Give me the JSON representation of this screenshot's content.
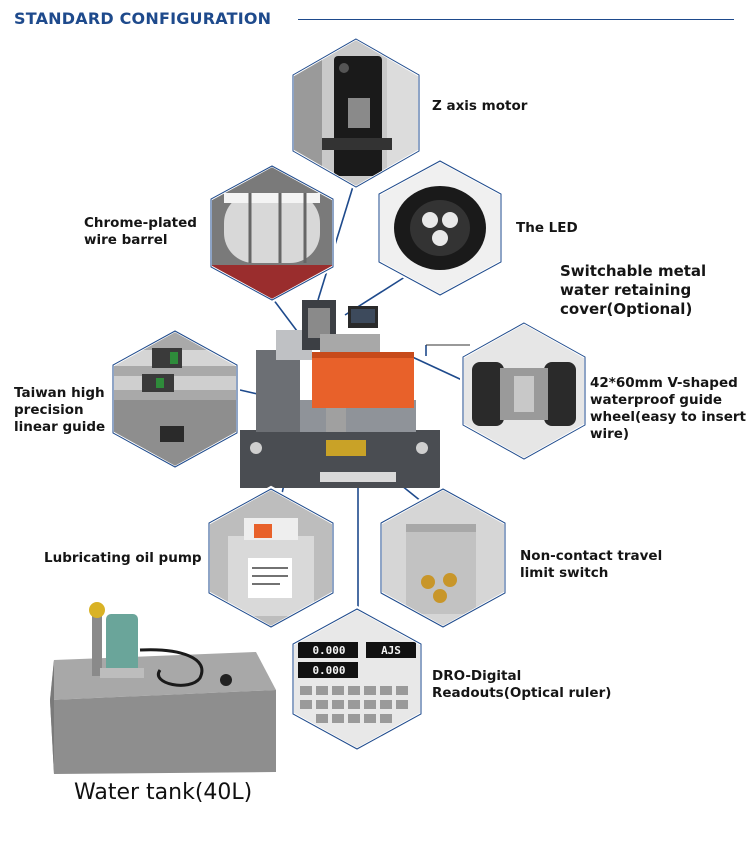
{
  "header": {
    "title": "STANDARD CONFIGURATION",
    "accent_color": "#1e4a8c"
  },
  "components": [
    {
      "id": "z-axis-motor",
      "label": "Z axis motor"
    },
    {
      "id": "wire-barrel",
      "label": "Chrome-plated\nwire barrel"
    },
    {
      "id": "led",
      "label": "The LED"
    },
    {
      "id": "water-cover",
      "label": "Switchable metal\nwater retaining\ncover(Optional)"
    },
    {
      "id": "linear-guide",
      "label": "Taiwan high\nprecision\nlinear guide"
    },
    {
      "id": "guide-wheel",
      "label": "42*60mm V-shaped\nwaterproof guide\nwheel(easy to insert\nwire)"
    },
    {
      "id": "oil-pump",
      "label": "Lubricating oil pump"
    },
    {
      "id": "limit-switch",
      "label": "Non-contact travel\nlimit switch"
    },
    {
      "id": "dro",
      "label": "DRO-Digital\nReadouts(Optical ruler)"
    },
    {
      "id": "water-tank",
      "label": "Water tank(40L)"
    }
  ],
  "dro_display": {
    "x_value": "0.000",
    "y_value": "0.000",
    "text": "AJS"
  },
  "colors": {
    "machine_orange": "#e8612a",
    "machine_body": "#4a4d52",
    "hex_border": "#ffffff",
    "leader_line": "#1e4a8c"
  }
}
